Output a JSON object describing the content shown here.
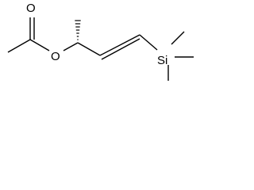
{
  "molecule": {
    "atoms": {
      "carbonyl_oxygen": "O",
      "ester_oxygen": "O",
      "silicon": "Si"
    }
  }
}
